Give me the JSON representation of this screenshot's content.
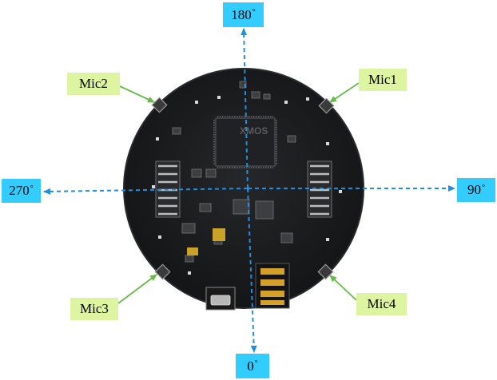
{
  "axis_labels": {
    "top": {
      "value": "180",
      "unit": "°"
    },
    "bottom": {
      "value": "0",
      "unit": "°"
    },
    "left": {
      "value": "270",
      "unit": "°"
    },
    "right": {
      "value": "90",
      "unit": "°"
    }
  },
  "mics": [
    {
      "label": "Mic1"
    },
    {
      "label": "Mic2"
    },
    {
      "label": "Mic3"
    },
    {
      "label": "Mic4"
    }
  ],
  "board": {
    "chip_marking": "XMOS"
  },
  "colors": {
    "axis_line": "#1f8fe0",
    "degree_box": "#33ccff",
    "mic_box": "#ddf5a0",
    "leader_line": "#66bb44",
    "board": "#1b1c1e",
    "board_edge": "#2a2b2e",
    "mic_pad": "#3a3a3a",
    "audio_jack": "#d4a02a",
    "capacitor": "#c9a227"
  }
}
